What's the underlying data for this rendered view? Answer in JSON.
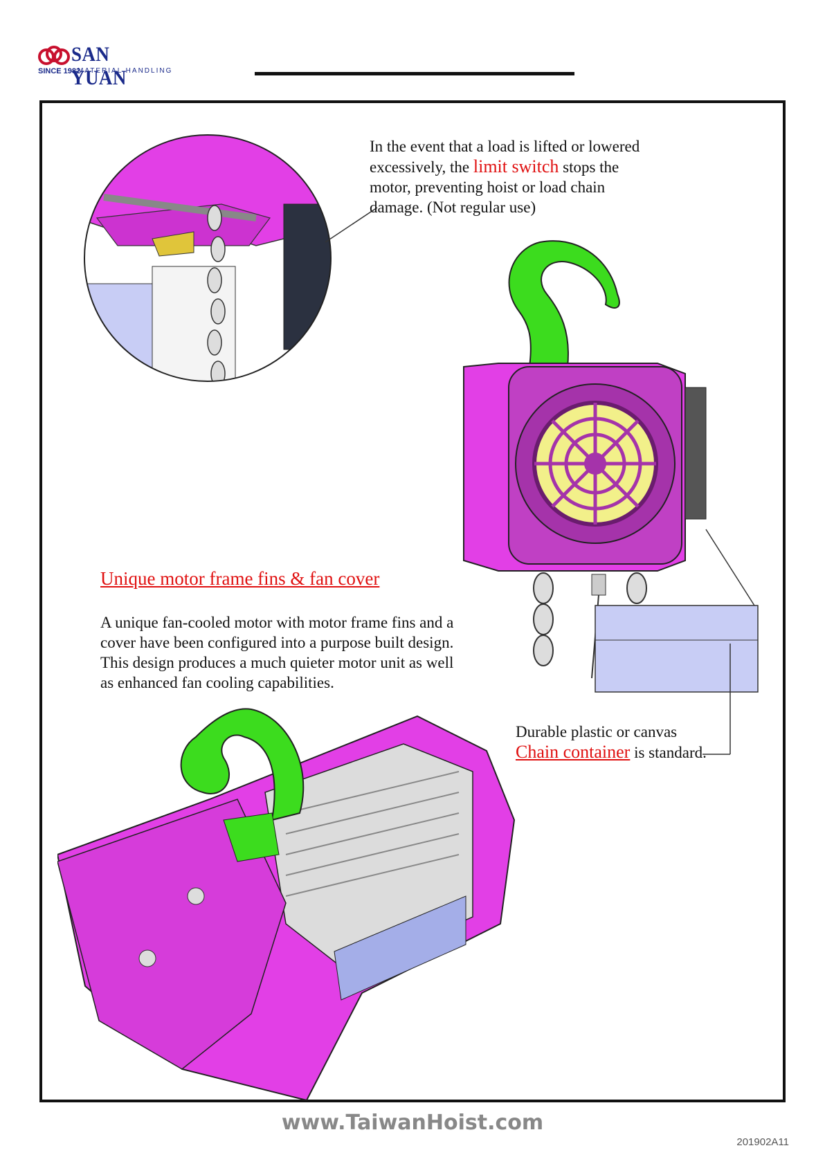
{
  "header": {
    "brand": "SAN YUAN",
    "since": "SINCE 1982",
    "subtitle": "MATERIAL HANDLING"
  },
  "limit_switch": {
    "text_before": "In the event that a load is lifted or lowered excessively, the",
    "highlight": "limit switch",
    "text_after": "stops the motor, preventing hoist or load chain damage. (Not regular use)"
  },
  "motor": {
    "title": "Unique motor frame fins & fan cover",
    "body": "A unique fan-cooled motor with motor frame fins and a cover have been configured into a purpose built design. This design produces a much quieter motor unit as well as enhanced fan cooling capabilities."
  },
  "chain": {
    "line1": "Durable plastic or canvas",
    "highlight": "Chain container",
    "line2_rest": "is standard."
  },
  "footer": {
    "url": "www.TaiwanHoist.com",
    "code": "201902A11"
  },
  "colors": {
    "magenta": "#e23fe6",
    "hook_green": "#3cdc1e",
    "fan_yellow": "#f2f08a",
    "container_blue": "#c8cdf5",
    "highlight_red": "#e01010",
    "brand_blue": "#1a2a8a"
  }
}
